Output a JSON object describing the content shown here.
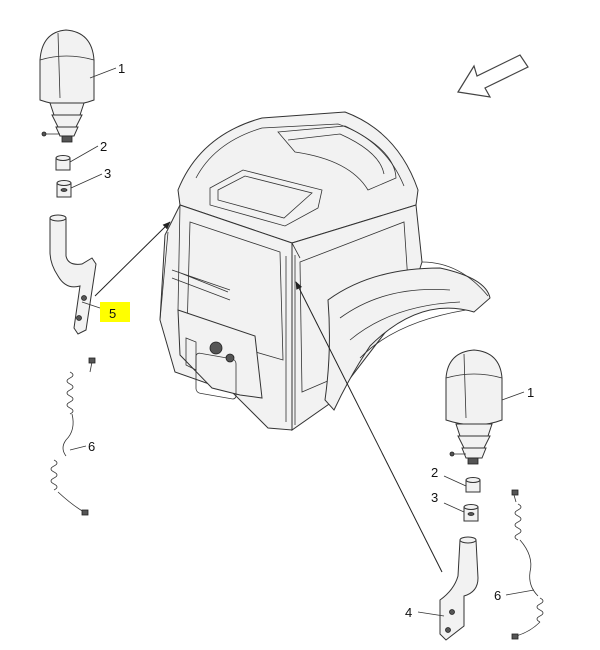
{
  "diagram": {
    "callouts": {
      "beacon_left": "1",
      "socket_left": "2",
      "adapter_left": "3",
      "bracket_left": "5",
      "cable_left": "6",
      "beacon_right": "1",
      "socket_right": "2",
      "adapter_right": "3",
      "bracket_right": "4",
      "cable_right": "6"
    },
    "highlight_color": "#ffff00",
    "line_color": "#222222"
  }
}
